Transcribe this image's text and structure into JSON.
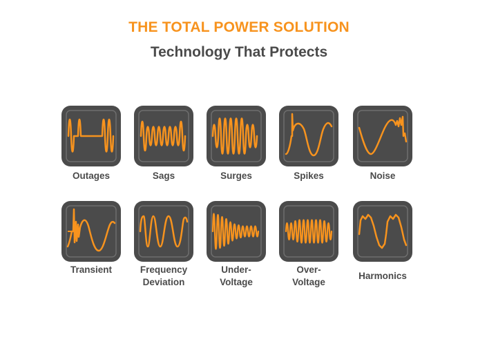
{
  "header": {
    "title": "THE TOTAL POWER SOLUTION",
    "subtitle": "Technology That Protects"
  },
  "colors": {
    "accent": "#f7931e",
    "tile_background": "#4b4b4b",
    "tile_border": "#6e6e6e",
    "text": "#4a4a4a"
  },
  "items": [
    {
      "label_lines": [
        "Outages"
      ],
      "icon": "outage-waveform-icon"
    },
    {
      "label_lines": [
        "Sags"
      ],
      "icon": "sag-waveform-icon"
    },
    {
      "label_lines": [
        "Surges"
      ],
      "icon": "surge-waveform-icon"
    },
    {
      "label_lines": [
        "Spikes"
      ],
      "icon": "spike-waveform-icon"
    },
    {
      "label_lines": [
        "Noise"
      ],
      "icon": "noise-waveform-icon"
    },
    {
      "label_lines": [
        "Transient"
      ],
      "icon": "transient-waveform-icon"
    },
    {
      "label_lines": [
        "Frequency",
        "Deviation"
      ],
      "icon": "frequency-deviation-waveform-icon"
    },
    {
      "label_lines": [
        "Under-",
        "Voltage"
      ],
      "icon": "under-voltage-waveform-icon"
    },
    {
      "label_lines": [
        "Over-",
        "Voltage"
      ],
      "icon": "over-voltage-waveform-icon"
    },
    {
      "label_lines": [
        "Harmonics"
      ],
      "icon": "harmonics-waveform-icon"
    }
  ]
}
